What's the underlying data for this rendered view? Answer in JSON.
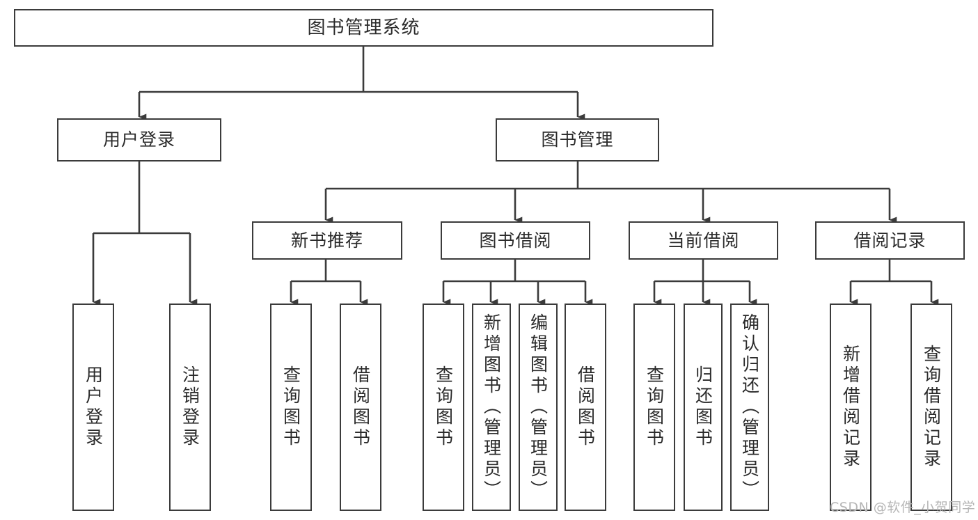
{
  "diagram": {
    "type": "tree-hierarchy-chart",
    "title": "图书管理系统",
    "root": {
      "id": "root",
      "label": "图书管理系统"
    },
    "level2": [
      {
        "id": "user-login",
        "label": "用户登录"
      },
      {
        "id": "book-manage",
        "label": "图书管理"
      }
    ],
    "level3": [
      {
        "id": "new-book-recommend",
        "label": "新书推荐",
        "parent": "book-manage"
      },
      {
        "id": "book-borrow",
        "label": "图书借阅",
        "parent": "book-manage"
      },
      {
        "id": "current-borrow",
        "label": "当前借阅",
        "parent": "book-manage"
      },
      {
        "id": "borrow-record",
        "label": "借阅记录",
        "parent": "book-manage"
      }
    ],
    "leaves": {
      "user-login": [
        {
          "id": "leaf-user-login",
          "label": "用户登录"
        },
        {
          "id": "leaf-user-logout",
          "label": "注销登录"
        }
      ],
      "new-book-recommend": [
        {
          "id": "leaf-query-book-1",
          "label": "查询图书"
        },
        {
          "id": "leaf-borrow-book-1",
          "label": "借阅图书"
        }
      ],
      "book-borrow": [
        {
          "id": "leaf-query-book-2",
          "label": "查询图书"
        },
        {
          "id": "leaf-add-book",
          "label": "新增图书（管理员）"
        },
        {
          "id": "leaf-edit-book",
          "label": "编辑图书（管理员）"
        },
        {
          "id": "leaf-borrow-book-2",
          "label": "借阅图书"
        }
      ],
      "current-borrow": [
        {
          "id": "leaf-query-book-3",
          "label": "查询图书"
        },
        {
          "id": "leaf-return-book",
          "label": "归还图书"
        },
        {
          "id": "leaf-confirm-return",
          "label": "确认归还（管理员）"
        }
      ],
      "borrow-record": [
        {
          "id": "leaf-add-record",
          "label": "新增借阅记录"
        },
        {
          "id": "leaf-query-record",
          "label": "查询借阅记录"
        }
      ]
    }
  },
  "colors": {
    "border": "#3b3b3b",
    "text": "#2a2a2a",
    "background": "#ffffff",
    "edge": "#3b3b3b",
    "watermark": "#b6b6b6"
  },
  "watermark": {
    "text": "CSDN @软件_小贺同学"
  }
}
